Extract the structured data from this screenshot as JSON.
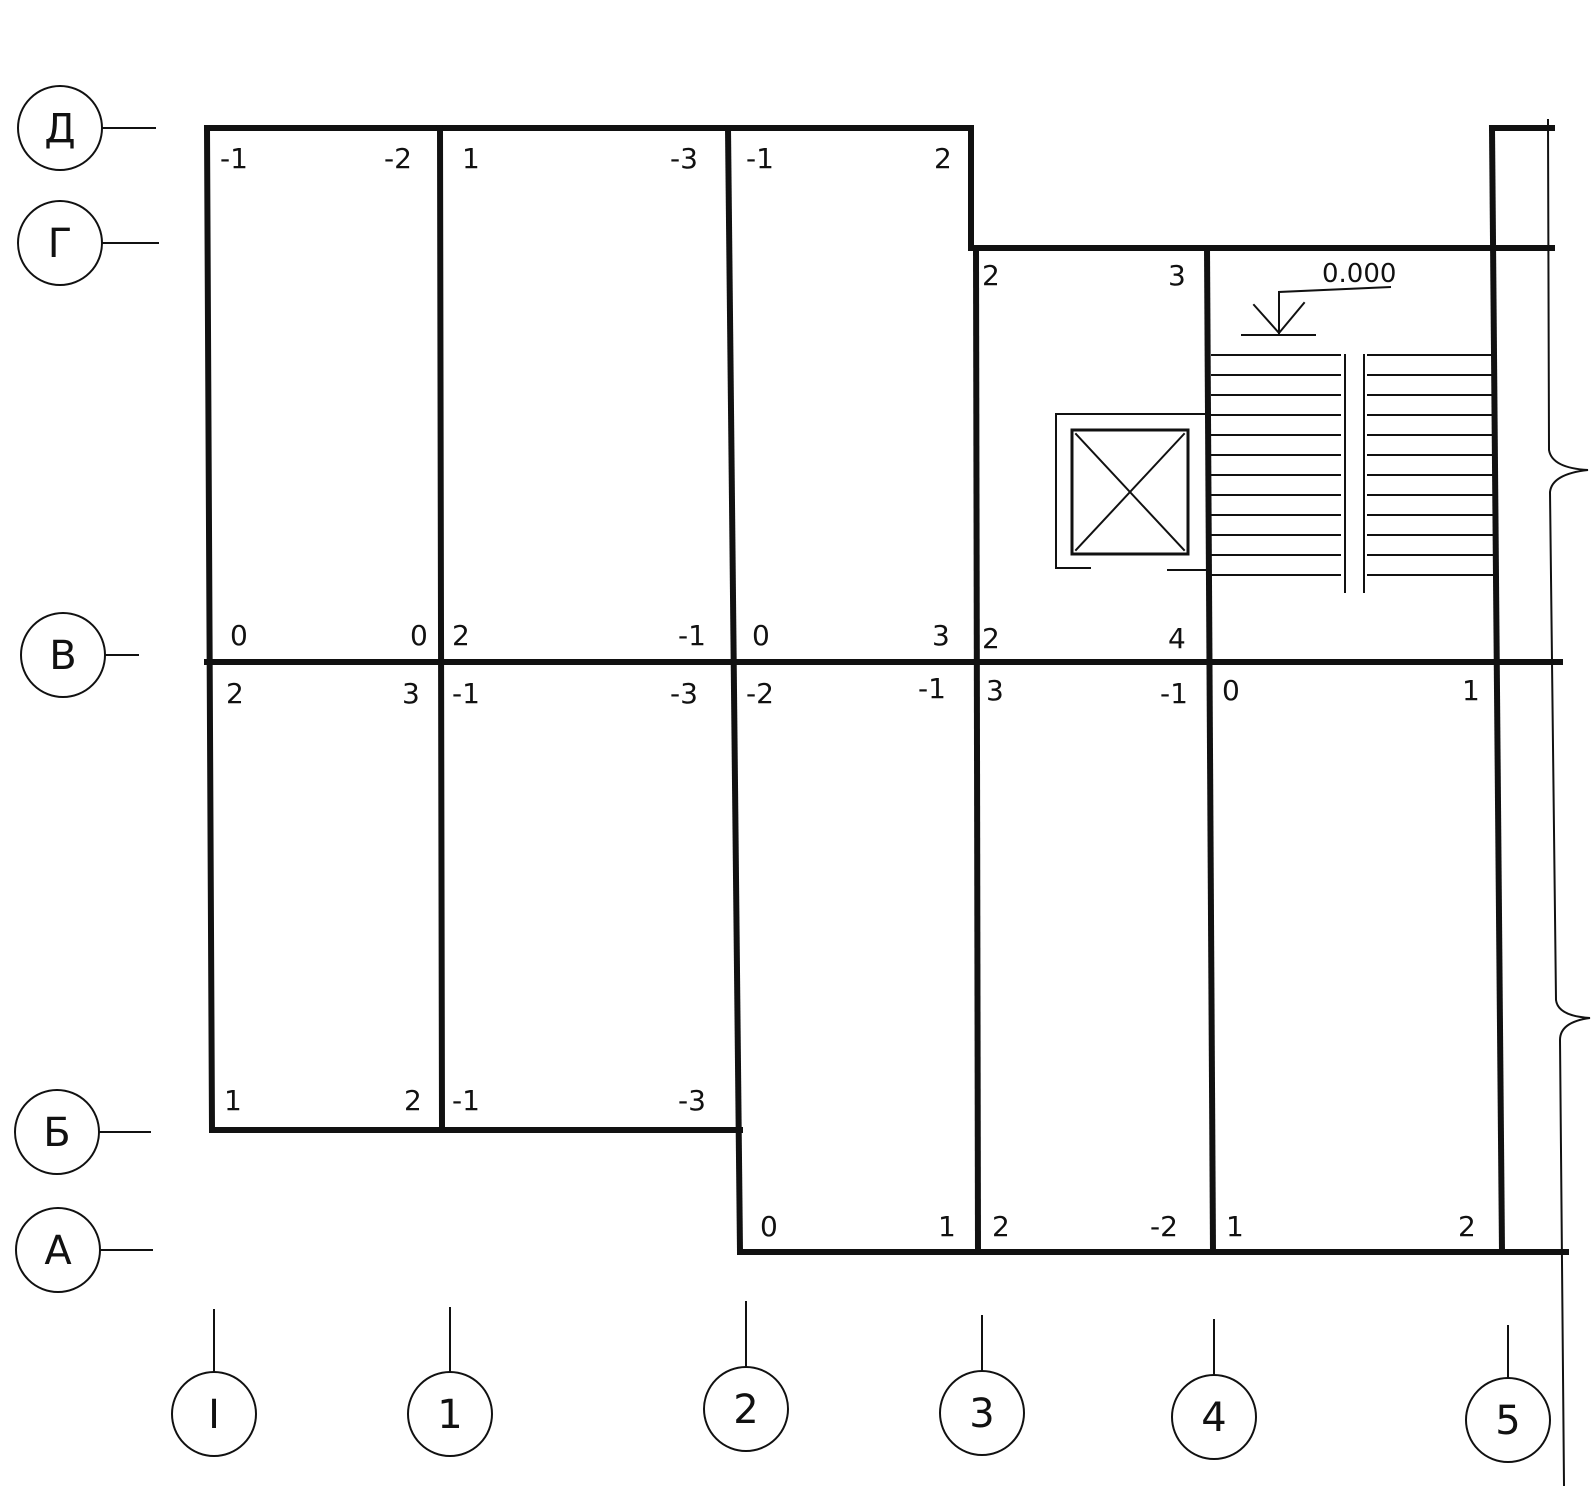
{
  "axes": {
    "rows": [
      {
        "id": "row-d",
        "label": "Д"
      },
      {
        "id": "row-g",
        "label": "Г"
      },
      {
        "id": "row-v",
        "label": "В"
      },
      {
        "id": "row-b",
        "label": "Б"
      },
      {
        "id": "row-a",
        "label": "А"
      }
    ],
    "columns": [
      {
        "id": "col-i",
        "label": "I"
      },
      {
        "id": "col-1",
        "label": "1"
      },
      {
        "id": "col-2",
        "label": "2"
      },
      {
        "id": "col-3",
        "label": "3"
      },
      {
        "id": "col-4",
        "label": "4"
      },
      {
        "id": "col-5",
        "label": "5"
      }
    ]
  },
  "elevation": {
    "label": "0.000"
  },
  "corner_marks": [
    "-1",
    "-2",
    "1",
    "-3",
    "-1",
    "2",
    "0",
    "0",
    "2",
    "-1",
    "0",
    "3",
    "2",
    "3",
    "2",
    "4",
    "2",
    "3",
    "-1",
    "-3",
    "-2",
    "-1",
    "3",
    "-1",
    "0",
    "1",
    "1",
    "2",
    "-1",
    "-3",
    "0",
    "1",
    "2",
    "-2",
    "1",
    "2"
  ]
}
